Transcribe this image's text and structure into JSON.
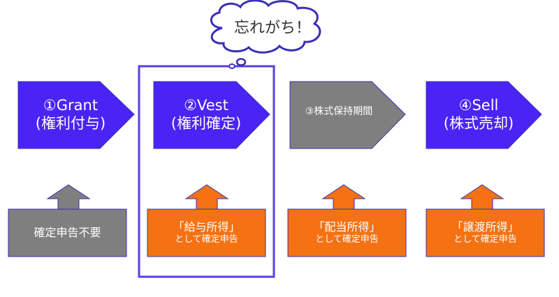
{
  "colors": {
    "stage_fill": "#4b24f5",
    "stage_gray": "#7f7f7f",
    "note_gray": "#7f7f7f",
    "note_orange": "#f47214",
    "outline": "#3a2fb4",
    "highlight_border": "#5a3de6"
  },
  "cloud": {
    "text": "忘れがち！"
  },
  "stages": [
    {
      "line1": "①Grant",
      "line2": "(権利付与)"
    },
    {
      "line1": "②Vest",
      "line2": "(権利確定)"
    },
    {
      "line1": "③株式保持期間",
      "line2": ""
    },
    {
      "line1": "④Sell",
      "line2": "(株式売却)"
    }
  ],
  "notes": [
    {
      "line1": "確定申告不要",
      "line2": ""
    },
    {
      "line1": "「給与所得」",
      "line2": "として確定申告"
    },
    {
      "line1": "「配当所得」",
      "line2": "として確定申告"
    },
    {
      "line1": "「譲渡所得」",
      "line2": "として確定申告"
    }
  ]
}
